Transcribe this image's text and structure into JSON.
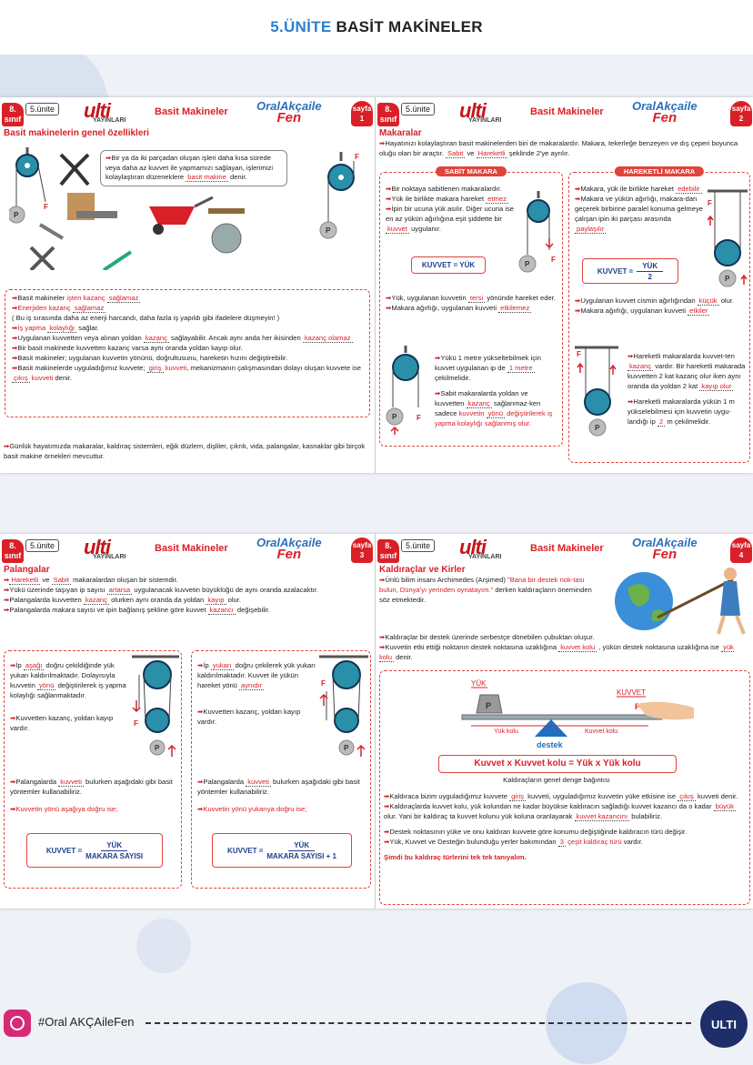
{
  "header": {
    "unit": "5.ÜNİTE",
    "title": "BASİT MAKİNELER"
  },
  "common": {
    "grade_num": "8.",
    "grade_word": "sınıf",
    "unit": "5.ünite",
    "logo": "ulti",
    "logo_sub": "YAYINLARI",
    "title": "Basit Makineler",
    "brand1": "OralAkçaile",
    "brand2": "Fen",
    "sayfa": "sayfa"
  },
  "p1": {
    "num": "1",
    "heading": "Basit makinelerin genel özellikleri",
    "intro1": "Bir ya da iki parçadan oluşan işleri daha kısa sürede veya daha az kuvvet ile yapmamızı sağlayan, işlerimizi kolaylaştıran düzeneklere",
    "intro_fill": "basit makine",
    "intro2": "denir.",
    "b1a": "Basit makineler",
    "b1b": "işten kazanç",
    "b1fill": "sağlamaz",
    "b2a": "Enerjiden kazanç",
    "b2fill": "sağlamaz",
    "b3": "( Bu iş sırasında daha az enerji harcandı, daha fazla iş yapıldı gibi ifadelere düşmeyin! )",
    "b4a": "İş yapma",
    "b4fill": "kolaylığı",
    "b4b": "sağlar.",
    "b5a": "Uygulanan kuvvetten veya alınan yoldan",
    "b5fill": "kazanç",
    "b5b": "sağlayabilir. Ancak aynı anda her ikisinden",
    "b5fill2": "kazanç olamaz",
    "b6": "Bir basit makinede kuvvetten kazanç varsa aynı oranda yoldan kayıp olur.",
    "b7": "Basit makineler; uygulanan kuvvetin yönünü, doğrultusunu, hareketin hızını değiştirebilir.",
    "b8a": "Basit makinelerde uyguladığımız kuvvete;",
    "b8fill": "giriş",
    "b8b": "kuvveti",
    "b8c": "mekanizmanın çalışmasından dolayı oluşan kuvvete ise",
    "b8fill2": "çıkış",
    "b8d": "kuvveti",
    "b8e": "denir.",
    "outro": "Günlük hayatımızda makaralar, kaldıraç sistemleri, eğik düzlem, dişliler, çıkrık, vida, palangalar, kasnaklar gibi birçok basit makine örnekleri mevcuttur."
  },
  "p2": {
    "num": "2",
    "heading": "Makaralar",
    "intro": "Hayatınızı kolaylaştıran basit makinelerden biri de makaralardır. Makara, tekerleğe benzeyen ve dış çeperi boyunca oluğu olan bir araçtır.",
    "f1": "Sabit",
    "mid": "ve",
    "f2": "Hareketli",
    "end": "şeklinde 2'ye ayrılır.",
    "sabit_title": "SABİT MAKARA",
    "hareketli_title": "HAREKETLİ MAKARA",
    "s1": "Bir noktaya sabitlenen makaralardır.",
    "s2": "Yük ile birlikte makara hareket",
    "s2fill": "etmez",
    "s3": "İpin bir ucuna yük asılır. Diğer ucuna ise en az yükün ağırlığına eşit şiddette bir",
    "s3fill": "kuvvet",
    "s3b": "uygulanır.",
    "s_formula": "KUVVET = YÜK",
    "s4": "Yük, uygulanan kuvvetin",
    "s4fill": "tersi",
    "s4b": "yönünde hareket eder.",
    "s5": "Makara ağırlığı, uygulanan kuvveti",
    "s5fill": "etkilemez",
    "s6": "Yükü 1 metre yükseltebilmek için kuvvet uygulanan ip de",
    "s6fill": "1 metre",
    "s6b": "çekilmelidir.",
    "s7": "Sabit makaralarda yoldan ve kuvvetten",
    "s7fill": "kazanç",
    "s7b": "sağlanmaz-ken sadece",
    "s7c": "kuvvetin",
    "s7fill2": "yönü",
    "s7d": "değiştirilerek iş yapma kolaylığı sağlanmış olur.",
    "h1": "Makara, yük ile birlikte hareket",
    "h1fill": "edebilir",
    "h2": "Makara ve yükün ağırlığı, makara-dan geçerek birbirine paralel konuma gelmeye çalışan ipin iki parçası arasında",
    "h2fill": "paylaşılır",
    "h_formula_lhs": "KUVVET =",
    "h_formula_num": "YÜK",
    "h_formula_den": "2",
    "h3": "Uygulanan kuvvet cismin ağırlığından",
    "h3fill": "küçük",
    "h3b": "olur.",
    "h4": "Makara ağırlığı, uygulanan kuvveti",
    "h4fill": "etkiler",
    "h5": "Hareketli makaralarda kuvvet-ten",
    "h5fill": "kazanç",
    "h5b": "vardır. Bir hareketli makarada kuvvetten 2 kat kazanç olur iken aynı oranda da yoldan 2 kat",
    "h5fill2": "kayıp olur",
    "h6": "Hareketli makaralarda yükün 1 m yükselebilmesi için kuvvetin uygu-landığı ip",
    "h6fill": "2",
    "h6b": "m çekilmelidir."
  },
  "p3": {
    "num": "3",
    "heading": "Palangalar",
    "l1fill": "Hareketli",
    "l1a": "ve",
    "l1fill2": "Sabit",
    "l1b": "makaralardan oluşan bir sistemdir.",
    "l2a": "Yükü üzerinde taşıyan ip sayısı",
    "l2fill": "artarsa",
    "l2b": "uygulanacak kuvvetin büyüklüğü de aynı oranda azalacaktır.",
    "l3a": "Palangalarda kuvvetten",
    "l3fill": "kazanç",
    "l3b": "olurken aynı oranda da yoldan",
    "l3fill2": "kayıp",
    "l3c": "olur.",
    "l4a": "Palangalarda makara sayısı ve ipin bağlanış şekline göre kuvvet",
    "l4fill": "kazancı",
    "l4b": "değişebilir.",
    "a1a": "İp",
    "a1fill": "aşağı",
    "a1b": "doğru çekildiğinde yük yukarı kaldırılmaktadır. Dolayısıyla kuvvetin",
    "a1fill2": "yönü",
    "a1c": "değiştirilerek iş yapma kolaylığı sağlanmaktadır.",
    "a2": "Kuvvetten kazanç, yoldan kayıp vardır.",
    "a3a": "Palangalarda",
    "a3fill": "kuvveti",
    "a3b": "bulurken aşağıdaki gibi basit yöntemler kullanabiliriz.",
    "a4": "Kuvvetin yönü aşağıya doğru ise;",
    "a_lhs": "KUVVET =",
    "a_num": "YÜK",
    "a_den": "MAKARA SAYISI",
    "b1a": "İp",
    "b1fill": "yukarı",
    "b1b": "doğru çekilerek yük yukarı kaldırılmaktadır. Kuvvet ile yükün hareket yönü",
    "b1fill2": "aynıdır",
    "b2": "Kuvvetten kazanç, yoldan kayıp vardır.",
    "b3a": "Palangalarda",
    "b3fill": "kuvveti",
    "b3b": "bulurken aşağıdaki gibi basit yöntemler kullanabiliriz.",
    "b4": "Kuvvetin yönü yukarıya doğru ise;",
    "b_lhs": "KUVVET =",
    "b_num": "YÜK",
    "b_den": "MAKARA SAYISI + 1"
  },
  "p4": {
    "num": "4",
    "heading": "Kaldıraçlar ve Kirler",
    "q1": "Ünlü bilim insanı Archimedes (Arşimed)",
    "q2": "\"Bana bir destek nok-tası bulun, Dünya'yı yerinden oynatayım.\"",
    "q3": "derken kaldıraçların öneminden söz etmektedir.",
    "l1": "Kaldıraçlar bir destek üzerinde serbestçe dönebilen çubuktan oluşur.",
    "l2a": "Kuvvetin etki ettiği noktanın destek noktasına uzaklığına",
    "l2fill": "kuvvet kolu",
    "l2b": ", yükün destek noktasına uzaklığına ise",
    "l2fill2": "yük kolu",
    "l2c": "denir.",
    "d_yuk": "YÜK",
    "d_kuvvet": "KUVVET",
    "d_P": "P",
    "d_F": "F",
    "d_yukkolu": "Yük",
    "d_kolu": "kolu",
    "d_kuvvetkolu": "Kuvvet kolu",
    "d_destek": "destek",
    "balance": "Kuvvet x Kuvvet kolu  =  Yük x Yük kolu",
    "balance_cap": "Kaldıraçların genel denge bağıntısı",
    "m1a": "Kaldıraca bizim uyguladığımız kuvvete",
    "m1fill": "giriş",
    "m1b": "kuvveti, uyguladığımız kuvvetin yüke etkisine ise",
    "m1fill2": "çıkış",
    "m1c": "kuvveti denir.",
    "m2a": "Kaldıraçlarda kuvvet kolu, yük kolundan ne kadar büyükse kaldıracın sağladığı kuvvet kazancı da o kadar",
    "m2fill": "büyük",
    "m2b": "olur. Yani bir kaldıraç ta kuvvet kolunu yük koluna oranlayarak",
    "m2fill2": "kuvvet kazancını",
    "m2c": "bulabiliriz.",
    "m3": "Destek noktasının yüke ve onu kaldıran kuvvete göre konumu değiştiğinde kaldıracın türü değişir.",
    "m4a": "Yük, Kuvvet ve Desteğin bulunduğu yerler bakımından",
    "m4fill": "3",
    "m4b": "çeşit kaldıraç türü",
    "m4c": "vardır.",
    "m5": "Şimdi bu kaldıraç türlerini tek tek tanıyalım."
  },
  "footer": {
    "handle": "#Oral AKÇAileFen",
    "logo": "ULTI"
  },
  "colors": {
    "accent": "#d92028",
    "blue": "#2b7fd0",
    "navy": "#1f3f8a"
  }
}
